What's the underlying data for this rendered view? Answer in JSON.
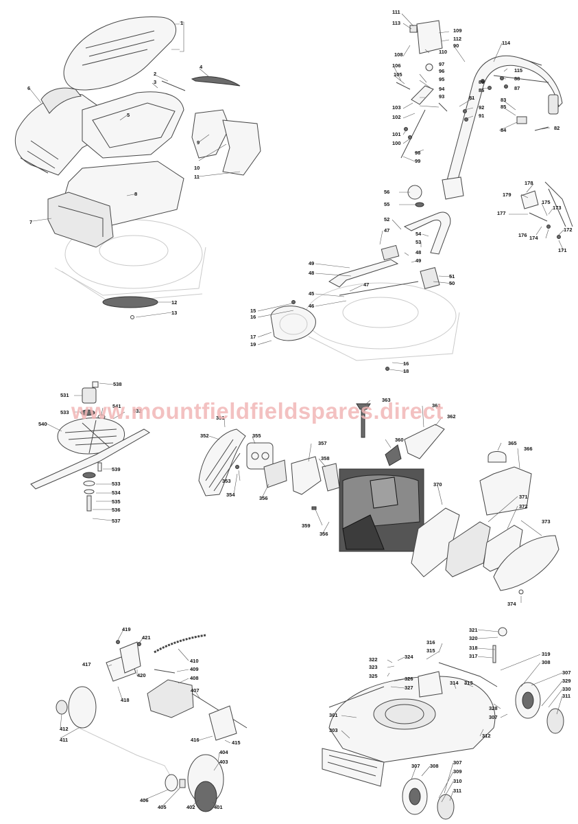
{
  "watermark": "www.mountfieldfieldspares.direct",
  "callouts": {
    "g1": [
      "1",
      "2",
      "3",
      "4",
      "5",
      "6",
      "7",
      "8",
      "9",
      "10",
      "11",
      "12",
      "13"
    ],
    "g2": [
      "111",
      "113",
      "109",
      "112",
      "90",
      "108",
      "110",
      "114",
      "97",
      "96",
      "106",
      "105",
      "95",
      "115",
      "89",
      "88",
      "86",
      "87",
      "94",
      "93",
      "103",
      "81",
      "92",
      "91",
      "83",
      "85",
      "102",
      "101",
      "100",
      "84",
      "82",
      "98",
      "99"
    ],
    "g3": [
      "56",
      "55",
      "178",
      "179",
      "177",
      "175",
      "173",
      "172",
      "176",
      "174",
      "171",
      "52",
      "47",
      "54",
      "53",
      "48",
      "49",
      "49",
      "48",
      "51",
      "50",
      "47",
      "45",
      "46",
      "15",
      "16",
      "17",
      "19",
      "16",
      "18"
    ],
    "g4": [
      "538",
      "531",
      "541",
      "533",
      "532",
      "540",
      "539",
      "533",
      "534",
      "535",
      "536",
      "537"
    ],
    "g5": [
      "363",
      "361",
      "351",
      "362",
      "352",
      "355",
      "357",
      "360",
      "365",
      "366",
      "353",
      "358",
      "354",
      "356",
      "370",
      "371",
      "372",
      "359",
      "356",
      "373",
      "374"
    ],
    "g6": [
      "419",
      "421",
      "410",
      "417",
      "409",
      "420",
      "408",
      "418",
      "407",
      "412",
      "411",
      "416",
      "415",
      "404",
      "403",
      "406",
      "405",
      "402",
      "401"
    ],
    "g7": [
      "321",
      "320",
      "316",
      "318",
      "319",
      "315",
      "322",
      "324",
      "317",
      "308",
      "323",
      "325",
      "326",
      "307",
      "314",
      "313",
      "327",
      "329",
      "330",
      "311",
      "328",
      "301",
      "307",
      "312",
      "303",
      "307",
      "308",
      "307",
      "309",
      "310",
      "311"
    ]
  }
}
